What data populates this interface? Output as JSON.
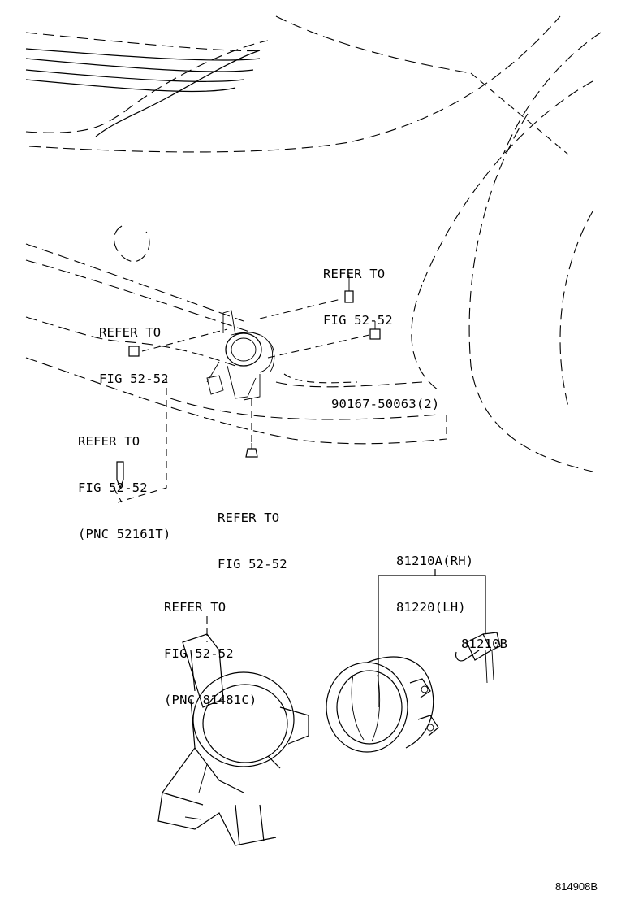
{
  "callouts": {
    "refer_bolt_top": [
      "REFER TO",
      "FIG 52-52"
    ],
    "refer_clip_left": [
      "REFER TO",
      "FIG 52-52"
    ],
    "part_screw": "90167-50063(2)",
    "refer_pin_left": [
      "REFER TO",
      "FIG 52-52",
      "(PNC 52161T)"
    ],
    "refer_screw_bottom": [
      "REFER TO",
      "FIG 52-52"
    ],
    "fog_lamp_part": [
      "81210A(RH)",
      "81220(LH)"
    ],
    "bracket_refer": [
      "REFER TO",
      "FIG 52-52",
      "(PNC 81481C)"
    ],
    "bulb_part": "81210B"
  },
  "figure_id": "814908B"
}
